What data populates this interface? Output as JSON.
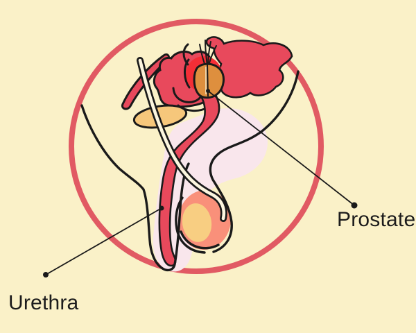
{
  "figure": {
    "type": "anatomical-diagram",
    "subject": "male pelvis sagittal cross-section",
    "labels": {
      "urethra": "Urethra",
      "prostate": "Prostate"
    },
    "colors": {
      "background": "#FAF1C8",
      "ring": "#E15A63",
      "bone_crimson": "#E8495C",
      "bladder_red": "#F42E36",
      "prostate_orange": "#DE8F3E",
      "pubic_bone_yellow": "#F6C77B",
      "testis_salmon": "#F9907A",
      "testis_inner_yellow": "#F8CE82",
      "soft_tissue_pink": "#F9E6EC",
      "outline_black": "#1A1A1A",
      "band_cream": "#FCF6DF"
    }
  }
}
